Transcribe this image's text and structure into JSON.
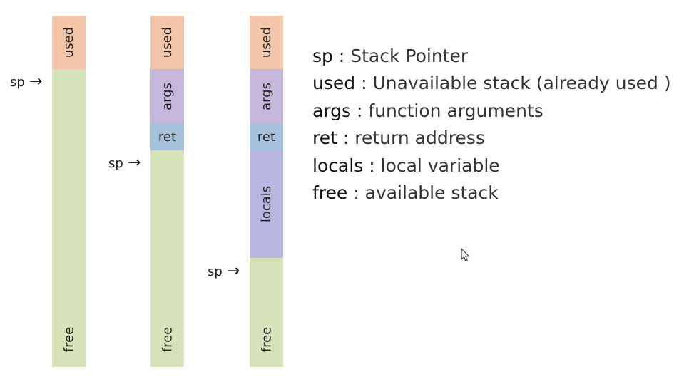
{
  "stacks": [
    {
      "segments": [
        {
          "label": "used"
        },
        {
          "label": "free"
        }
      ],
      "sp_label": "sp"
    },
    {
      "segments": [
        {
          "label": "used"
        },
        {
          "label": "args"
        },
        {
          "label": "ret"
        },
        {
          "label": "free"
        }
      ],
      "sp_label": "sp"
    },
    {
      "segments": [
        {
          "label": "used"
        },
        {
          "label": "args"
        },
        {
          "label": "ret"
        },
        {
          "label": "locals"
        },
        {
          "label": "free"
        }
      ],
      "sp_label": "sp"
    }
  ],
  "arrow_glyph": "→",
  "legend": [
    {
      "key": "sp",
      "sep": " : ",
      "desc": "Stack Pointer"
    },
    {
      "key": "used",
      "sep": " : ",
      "desc": "Unavailable stack (already used )"
    },
    {
      "key": "args",
      "sep": " : ",
      "desc": "function arguments"
    },
    {
      "key": "ret",
      "sep": " : ",
      "desc": "return address"
    },
    {
      "key": "locals",
      "sep": " : ",
      "desc": "local variable"
    },
    {
      "key": "free",
      "sep": " : ",
      "desc": "available stack"
    }
  ],
  "colors": {
    "used": "#f3c5a9",
    "args": "#c6b7dd",
    "ret": "#a6c2dc",
    "locals": "#b9b6e2",
    "free": "#d7e3b8"
  }
}
